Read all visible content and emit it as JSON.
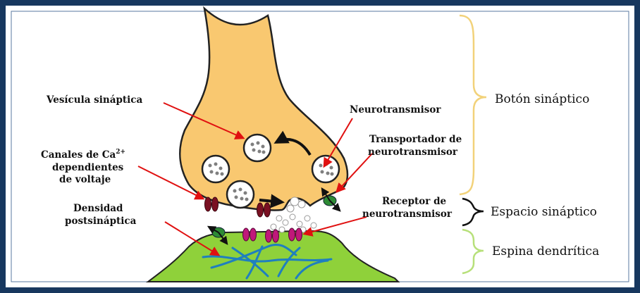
{
  "labels": {
    "vesicula": "Vesícula sináptica",
    "neurotransmisor": "Neurotransmisor",
    "transportador_1": "Transportador de",
    "transportador_2": "neurotransmisor",
    "canales_1": "Canales de Ca",
    "canales_sup": "2+",
    "canales_2": "dependientes",
    "canales_3": "de voltaje",
    "receptor_1": "Receptor de",
    "receptor_2": "neurotransmisor",
    "densidad_1": "Densidad",
    "densidad_2": "postsináptica",
    "boton": "Botón sináptico",
    "espacio": "Espacio sináptico",
    "espina": "Espina dendrítica"
  },
  "colors": {
    "frame": "#17375e",
    "bouton_fill": "#f9c870",
    "spine_fill": "#8fd13a",
    "filament": "#1f7fbf",
    "channel": "#7a1022",
    "receptor": "#c0187a",
    "transporter": "#2e8b35",
    "arrow_red": "#e01010",
    "brace_yellow": "#f2d27a",
    "brace_green": "#b7e07a"
  }
}
